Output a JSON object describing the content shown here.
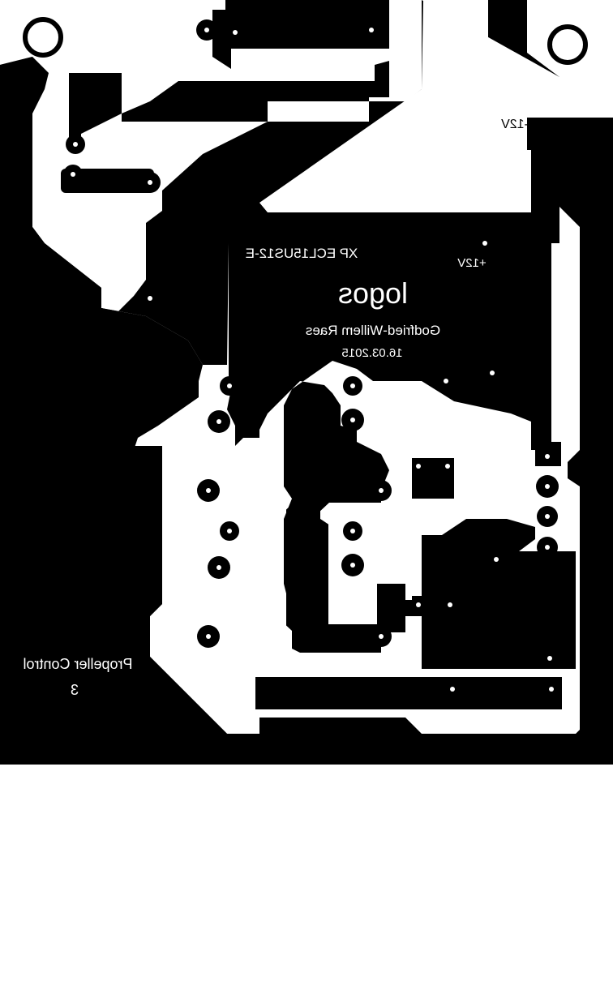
{
  "board": {
    "colors": {
      "copper": "#000000",
      "etched": "#ffffff"
    },
    "labels": {
      "rail_negative": "-12V",
      "rail_positive": "+12V",
      "part_number": "XP ECL15US12-E",
      "logo": "logos",
      "author": "Godfried-Willem Raes",
      "date": "16.03.2015",
      "project_name": "Propeller Control",
      "project_number": "3"
    }
  }
}
